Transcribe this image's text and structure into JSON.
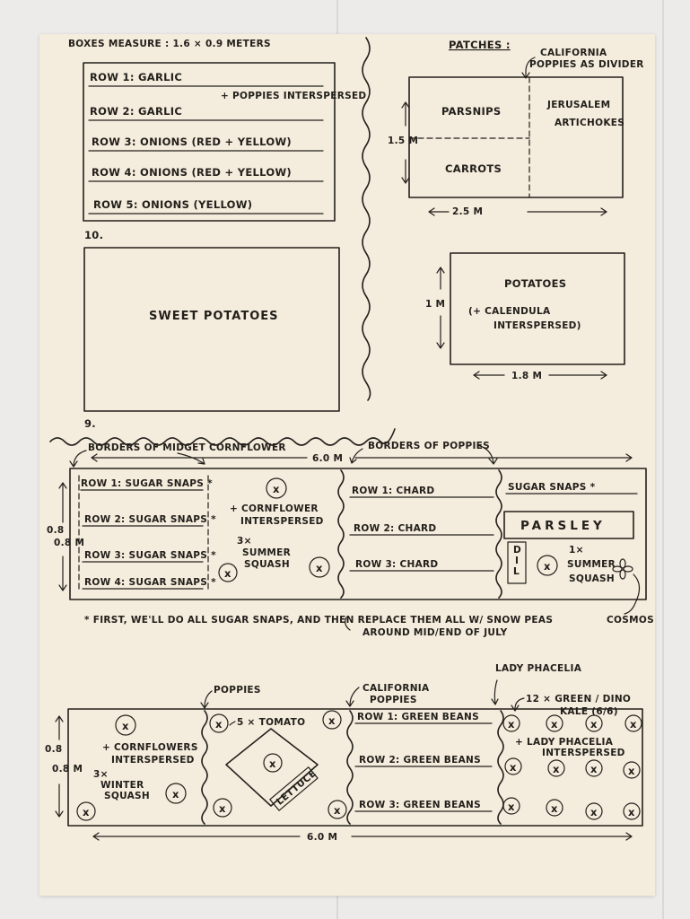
{
  "header": {
    "boxes_measure": "BOXES MEASURE : 1.6 × 0.9 METERS",
    "patches": "PATCHES :"
  },
  "garlic_box": {
    "rows": [
      "ROW 1: GARLIC",
      "ROW 2: GARLIC",
      "ROW 3: ONIONS (RED + YELLOW)",
      "ROW 4: ONIONS (RED + YELLOW)",
      "ROW 5: ONIONS (YELLOW)"
    ],
    "note": "+ POPPIES INTERSPERSED",
    "number": "10."
  },
  "sweet_potato_box": {
    "label": "SWEET POTATOES",
    "number": "9."
  },
  "patch1": {
    "divider_note": "CALIFORNIA POPPIES AS DIVIDER",
    "parsnips": "PARSNIPS",
    "carrots": "CARROTS",
    "artichokes": "JERUSALEM ARTICHOKES",
    "height": "1.5 M",
    "width": "2.5 M"
  },
  "patch2": {
    "label": "POTATOES",
    "note": "(+ CALENDULA INTERSPERSED)",
    "height": "1 M",
    "width": "1.8 M"
  },
  "bed1": {
    "borders_left": "BORDERS OF MIDGET CORNFLOWER",
    "borders_right": "BORDERS OF POPPIES",
    "length": "6.0 M",
    "height": "0.8 M",
    "snap_rows": [
      "ROW 1: SUGAR SNAPS *",
      "ROW 2: SUGAR SNAPS *",
      "ROW 3: SUGAR SNAPS *",
      "ROW 4: SUGAR SNAPS *"
    ],
    "cornflower_note": "+ CORNFLOWER INTERSPERSED",
    "squash_note": "3× SUMMER SQUASH",
    "chard_rows": [
      "ROW 1: CHARD",
      "ROW 2: CHARD",
      "ROW 3: CHARD"
    ],
    "right_snaps": "SUGAR SNAPS *",
    "parsley": "PARSLEY",
    "dill": "DILL",
    "summer_squash": "1× SUMMER SQUASH",
    "cosmos": "COSMOS",
    "plant_marker": "x"
  },
  "footnote": {
    "line1": "* FIRST, WE'LL DO ALL SUGAR SNAPS, AND THEN REPLACE THEM ALL W/ SNOW PEAS",
    "line2": "AROUND MID/END OF JULY"
  },
  "bed2": {
    "poppies": "POPPIES",
    "california_poppies": "CALIFORNIA POPPIES",
    "lady_phacelia": "LADY PHACELIA",
    "kale_note": "12 × GREEN / DINO KALE (6/6)",
    "phacelia_note": "+ LADY PHACELIA INTERSPERSED",
    "cornflowers_note": "+ CORNFLOWERS INTERSPERSED",
    "winter_squash": "3× WINTER SQUASH",
    "tomato": "5 × TOMATO",
    "lettuce": "LETTUCE",
    "bean_rows": [
      "ROW 1: GREEN BEANS",
      "ROW 2: GREEN BEANS",
      "ROW 3: GREEN BEANS"
    ],
    "height": "0.8 M",
    "length": "6.0 M"
  }
}
